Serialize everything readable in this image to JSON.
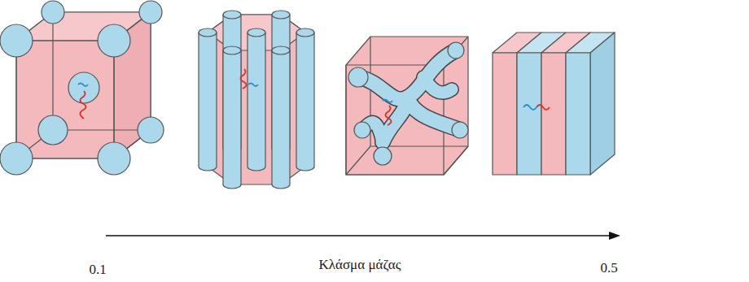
{
  "diagram": {
    "labels": [
      "0.1",
      "Κλάσμα μάζας",
      "0.5"
    ]
  }
}
